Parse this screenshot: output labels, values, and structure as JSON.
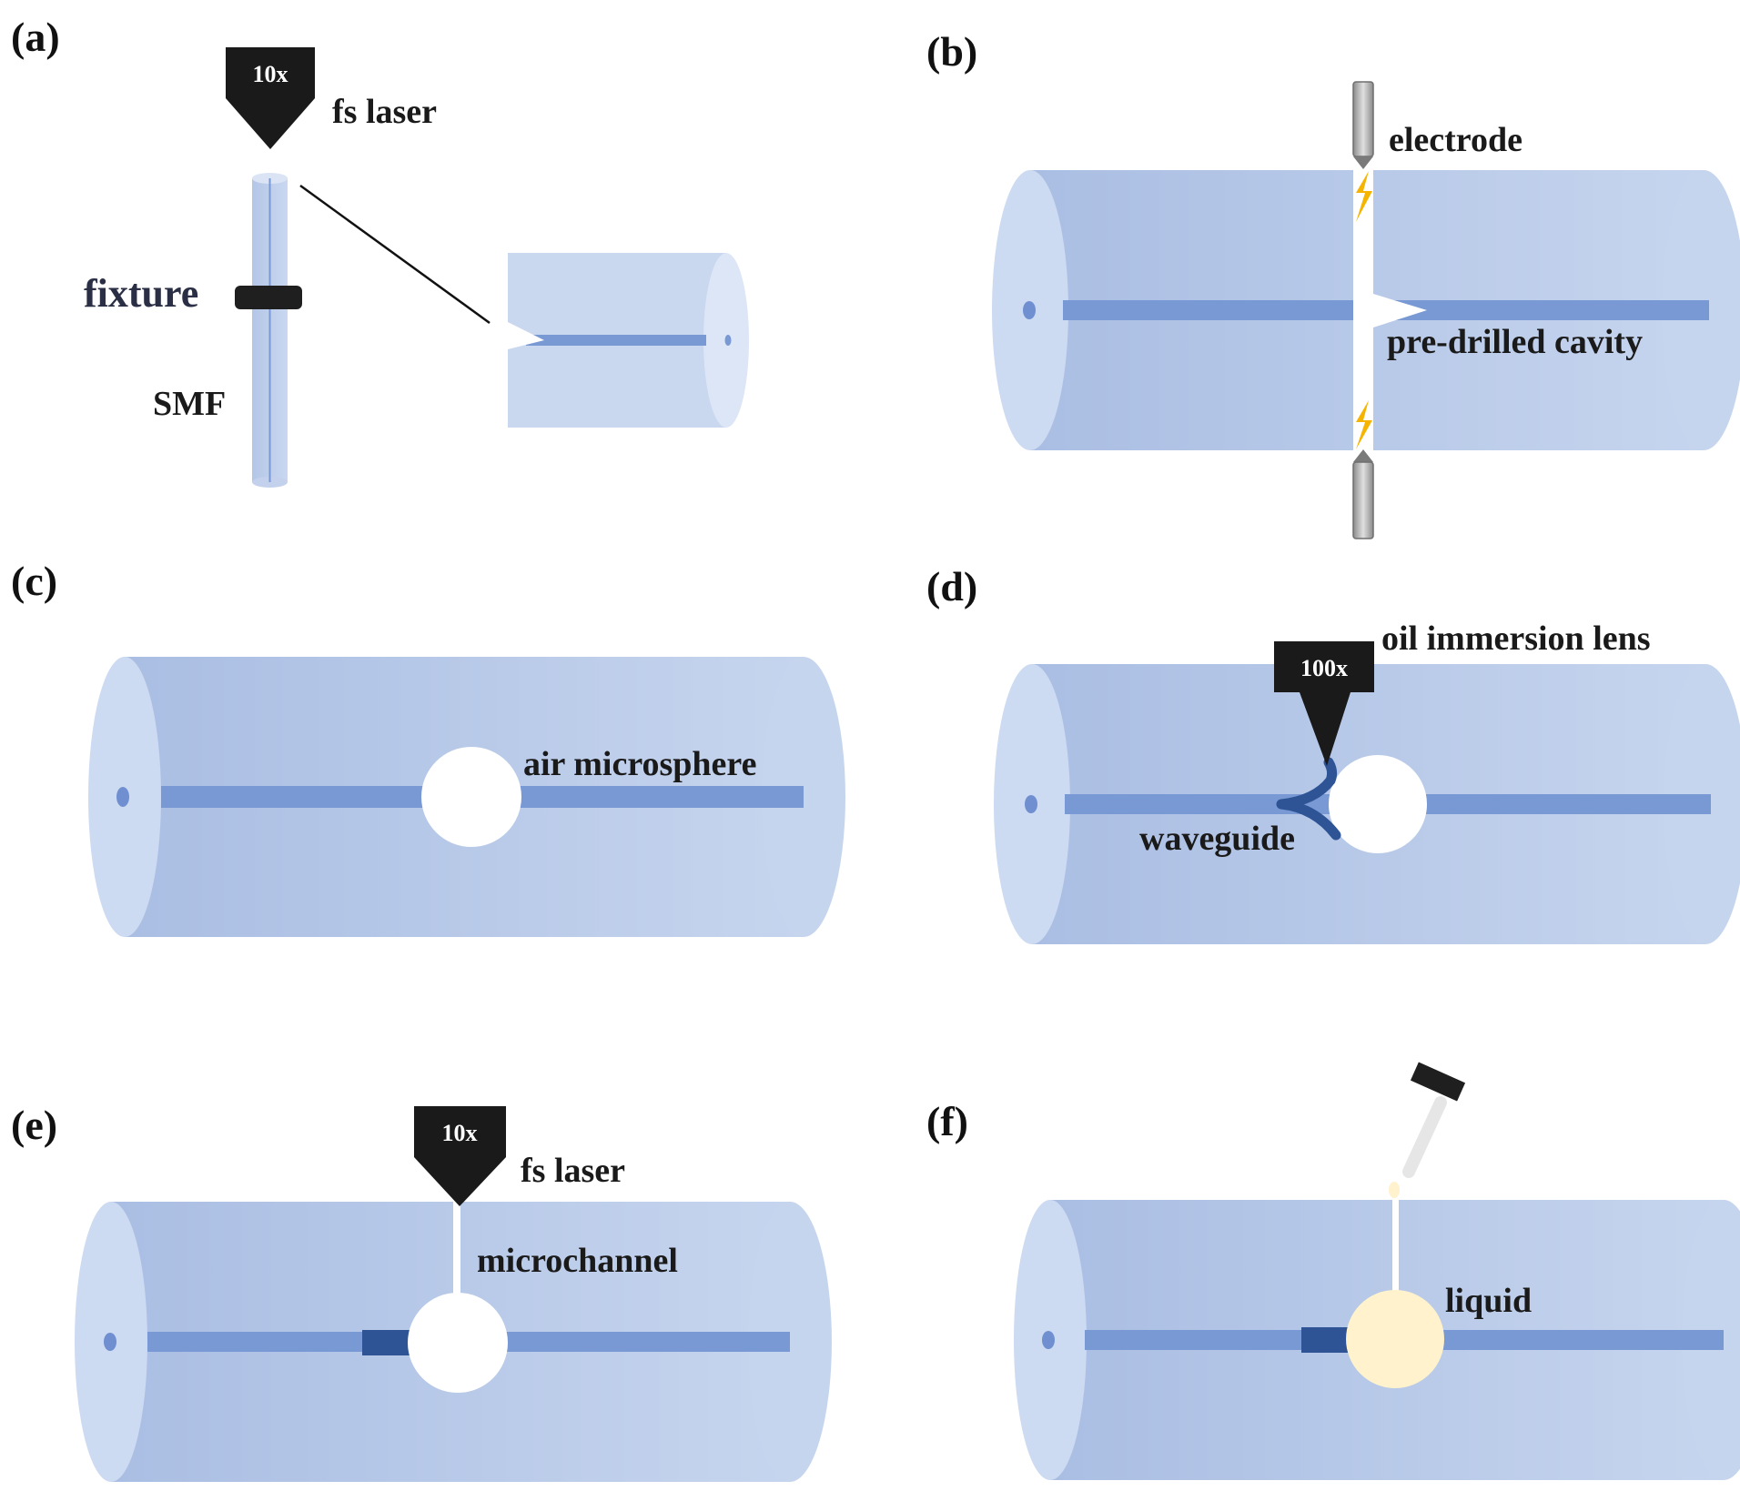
{
  "colors": {
    "fiber_dark": "#aabee3",
    "fiber_light": "#c6d5ee",
    "fiber_end": "#ccdaf2",
    "core": "#7899d4",
    "core_end": "#6f8fd0",
    "waveguide": "#2e5496",
    "objective": "#1a1a1a",
    "spark": "#f4b400",
    "electrode": "#9e9e9e",
    "liquid": "#fff2cc",
    "syringe": "#e6e6e6"
  },
  "panels": {
    "a": {
      "label": "(a)",
      "objective_label": "10x",
      "laser_label": "fs laser",
      "fixture_label": "fixture",
      "fiber_label": "SMF"
    },
    "b": {
      "label": "(b)",
      "electrode_label": "electrode",
      "cavity_label": "pre-drilled cavity"
    },
    "c": {
      "label": "(c)",
      "sphere_label": "air microsphere"
    },
    "d": {
      "label": "(d)",
      "objective_label": "100x",
      "lens_label": "oil immersion lens",
      "waveguide_label": "waveguide"
    },
    "e": {
      "label": "(e)",
      "objective_label": "10x",
      "laser_label": "fs laser",
      "channel_label": "microchannel"
    },
    "f": {
      "label": "(f)",
      "liquid_label": "liquid"
    }
  }
}
